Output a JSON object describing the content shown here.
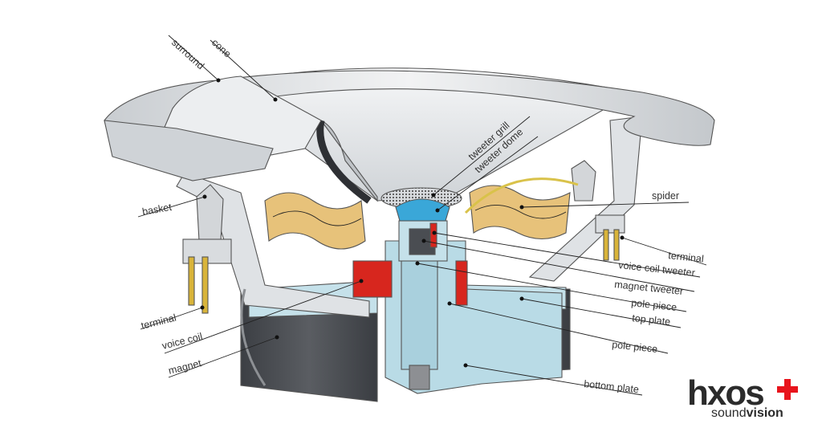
{
  "labels": {
    "surround": "surround",
    "cone": "cone",
    "tweeter_grill": "tweeter grill",
    "tweeter_dome": "tweeter dome",
    "spider": "spider",
    "basket": "basket",
    "terminal_right": "terminal",
    "voice_coil_tweeter": "voice coil tweeter",
    "magnet_tweeter": "magnet tweeter",
    "pole_piece_upper": "pole piece",
    "top_plate": "top plate",
    "pole_piece_lower": "pole piece",
    "bottom_plate": "bottom plate",
    "terminal_left": "terminal",
    "voice_coil": "voice coil",
    "magnet": "magnet"
  },
  "logo": {
    "main": "hxos",
    "sub_left": "sound",
    "sub_right": "vision",
    "accent_color": "#e8141c"
  },
  "colors": {
    "metal": "#e4e7ea",
    "spider": "#e7c27a",
    "magnet": "#4a4d52",
    "plates": "#b9dbe6",
    "coil": "#d7261e",
    "tweeter": "#3aa7d8"
  }
}
